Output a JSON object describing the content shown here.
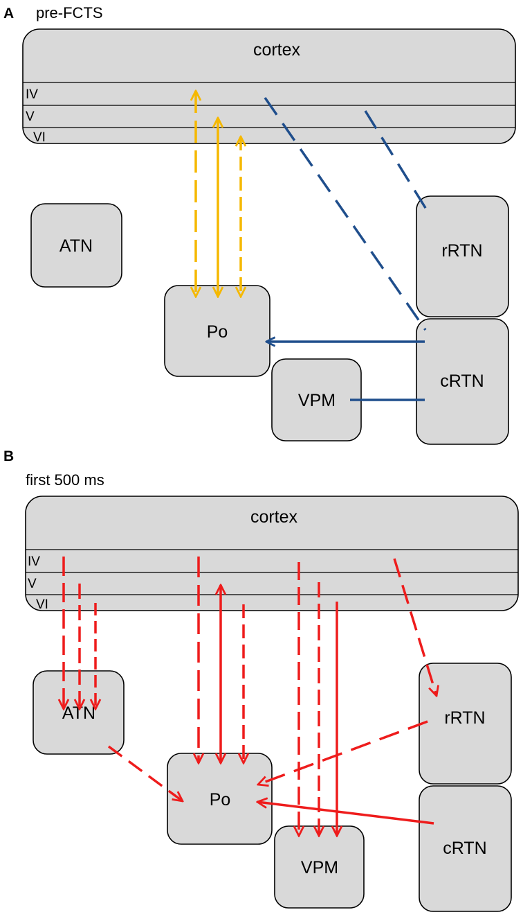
{
  "panel_a": {
    "letter": "A",
    "title": "pre-FCTS",
    "cortex": "cortex",
    "layers": [
      "IV",
      "V",
      "VI"
    ],
    "nodes": {
      "atn": "ATN",
      "po": "Po",
      "vpm": "VPM",
      "rrtn": "rRTN",
      "crtn": "cRTN"
    }
  },
  "panel_b": {
    "letter": "B",
    "title": "first 500 ms",
    "cortex": "cortex",
    "layers": [
      "IV",
      "V",
      "VI"
    ],
    "nodes": {
      "atn": "ATN",
      "po": "Po",
      "vpm": "VPM",
      "rrtn": "rRTN",
      "crtn": "cRTN"
    }
  },
  "colors": {
    "box_fill": "#d9d9d9",
    "box_stroke": "#000000",
    "orange": "#f5b800",
    "blue": "#1f4e8c",
    "red": "#ee1c1c"
  }
}
